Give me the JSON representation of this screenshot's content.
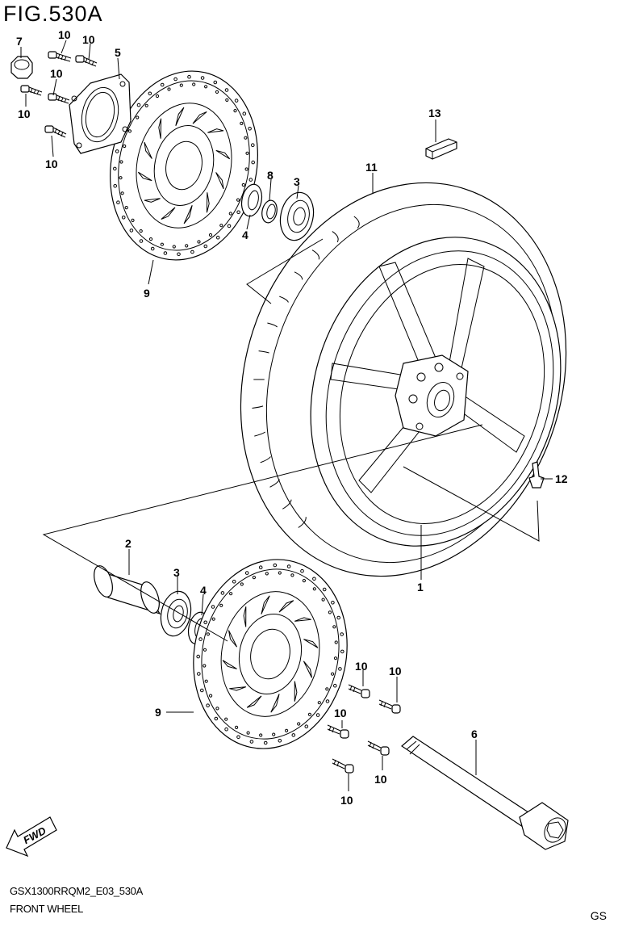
{
  "figure": {
    "title": "FIG.530A",
    "model_code": "GSX1300RRQM2_E03_530A",
    "section_name": "FRONT WHEEL",
    "region_code": "GS",
    "fwd_label": "FWD"
  },
  "callouts": [
    {
      "id": "c-7a",
      "label": "7"
    },
    {
      "id": "c-10a",
      "label": "10"
    },
    {
      "id": "c-10b",
      "label": "10"
    },
    {
      "id": "c-5",
      "label": "5"
    },
    {
      "id": "c-10c",
      "label": "10"
    },
    {
      "id": "c-10d",
      "label": "10"
    },
    {
      "id": "c-10e",
      "label": "10"
    },
    {
      "id": "c-9a",
      "label": "9"
    },
    {
      "id": "c-8",
      "label": "8"
    },
    {
      "id": "c-3a",
      "label": "3"
    },
    {
      "id": "c-4a",
      "label": "4"
    },
    {
      "id": "c-11",
      "label": "11"
    },
    {
      "id": "c-13",
      "label": "13"
    },
    {
      "id": "c-12",
      "label": "12"
    },
    {
      "id": "c-1",
      "label": "1"
    },
    {
      "id": "c-2",
      "label": "2"
    },
    {
      "id": "c-3b",
      "label": "3"
    },
    {
      "id": "c-4b",
      "label": "4"
    },
    {
      "id": "c-9b",
      "label": "9"
    },
    {
      "id": "c-10f",
      "label": "10"
    },
    {
      "id": "c-10g",
      "label": "10"
    },
    {
      "id": "c-10h",
      "label": "10"
    },
    {
      "id": "c-10i",
      "label": "10"
    },
    {
      "id": "c-10j",
      "label": "10"
    },
    {
      "id": "c-6",
      "label": "6"
    }
  ]
}
